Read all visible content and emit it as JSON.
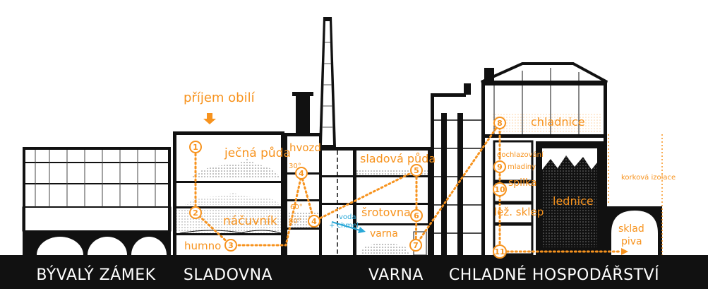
{
  "labels": {
    "prijem_obili": "příjem obilí",
    "jecna_puda": "ječná půda",
    "nacuvnik": "náčuvník",
    "humno": "humno",
    "hvozd": "hvozd",
    "t30": "30°",
    "t60": "60°",
    "t80": "80°",
    "sladova_puda": "sladová půda",
    "srotovna": "šrotovna",
    "varna": "varna",
    "voda": "voda",
    "chmel": "+ chmel",
    "chladnice": "chladnice",
    "dochlazovani": "dochlazování",
    "mladiny": "mladiny",
    "spilka": "spilka",
    "lez_sklep": "lež. sklep",
    "lednice": "lednice",
    "korkova_izolace": "korková izolace",
    "sklad": "sklad",
    "piva": "piva"
  },
  "sections": [
    "BÝVALÝ ZÁMEK",
    "SLADOVNA",
    "VARNA",
    "CHLADNÉ HOSPODÁŘSTVÍ"
  ],
  "steps": [
    "1",
    "2",
    "3",
    "4",
    "5",
    "6",
    "7",
    "8",
    "9",
    "10",
    "11"
  ],
  "colors": {
    "accent": "#f7931e",
    "water": "#29a8d8",
    "ink": "#111111"
  }
}
